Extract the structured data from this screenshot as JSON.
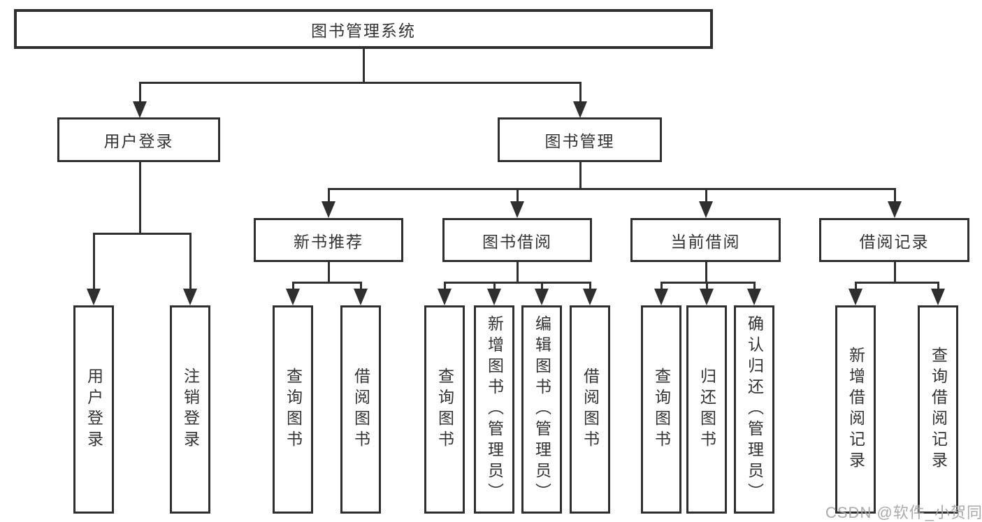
{
  "tree": {
    "root": "图书管理系统",
    "level2": [
      "用户登录",
      "图书管理"
    ],
    "level3": [
      "新书推荐",
      "图书借阅",
      "当前借阅",
      "借阅记录"
    ],
    "leaves_login": [
      "用户登录",
      "注销登录"
    ],
    "leaves_recommend": [
      "查询图书",
      "借阅图书"
    ],
    "leaves_borrow": [
      "查询图书",
      "新增图书（管理员）",
      "编辑图书（管理员）",
      "借阅图书"
    ],
    "leaves_current": [
      "查询图书",
      "归还图书",
      "确认归还（管理员）"
    ],
    "leaves_records": [
      "新增借阅记录",
      "查询借阅记录"
    ],
    "colors": {
      "line": "#2f2f2f",
      "text": "#333333",
      "watermark": "#a3a3a3"
    }
  },
  "watermark": "CSDN @软件_小贺同学"
}
